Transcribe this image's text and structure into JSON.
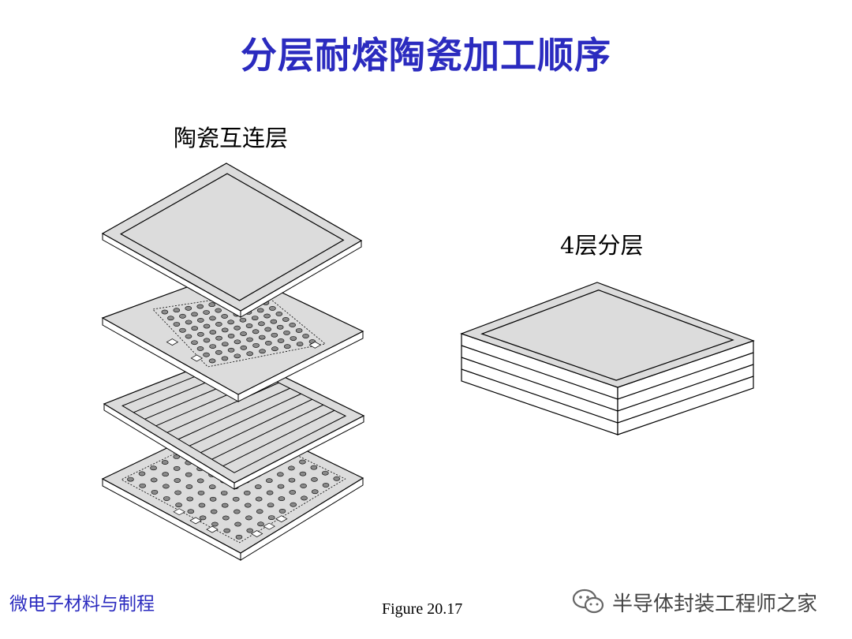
{
  "slide": {
    "title": "分层耐熔陶瓷加工顺序",
    "label_left": "陶瓷互连层",
    "label_right": "4层分层",
    "footer_left": "微电子材料与制程",
    "caption": "Figure 20.17",
    "watermark_text": "半导体封装工程师之家"
  },
  "colors": {
    "title": "#2b2bbf",
    "footer": "#2b2bbf",
    "layer_fill": "#dcdcdc",
    "layer_edge": "#ffffff",
    "stroke": "#000000",
    "via_fill": "#8a8a8a"
  },
  "icons": {
    "watermark": "wechat-icon"
  }
}
